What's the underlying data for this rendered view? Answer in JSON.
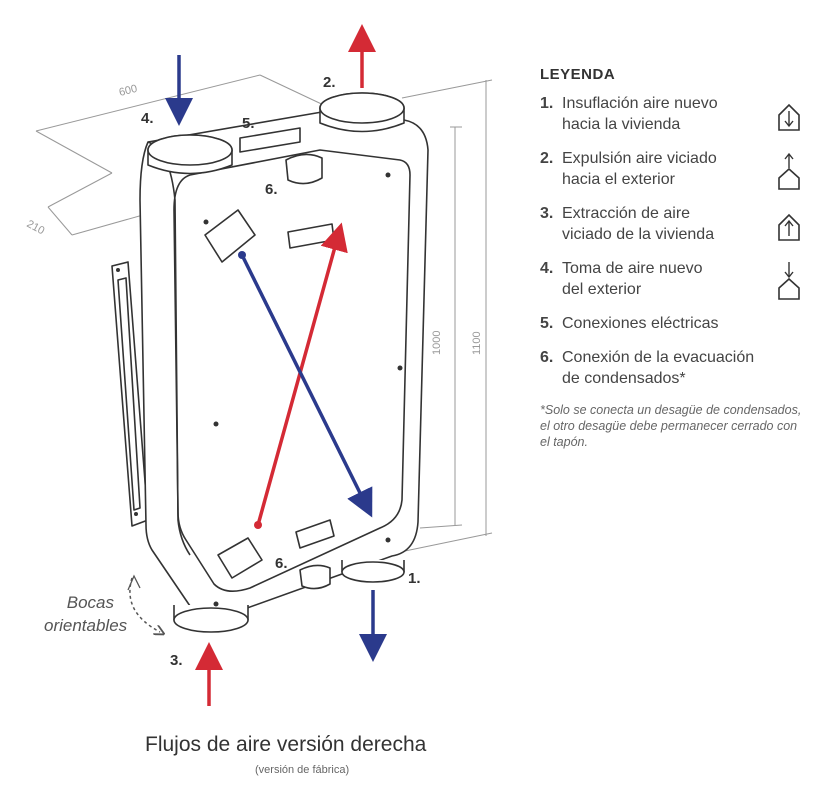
{
  "numbers": {
    "n1": "1.",
    "n2": "2.",
    "n3": "3.",
    "n4": "4.",
    "n5": "5.",
    "n6a": "6.",
    "n6b": "6."
  },
  "dimensions": {
    "width": "600",
    "depth": "210",
    "height_inner": "1000",
    "height_outer": "1100"
  },
  "bocas_label": {
    "line1": "Bocas",
    "line2": "orientables"
  },
  "caption": {
    "title": "Flujos de aire versión derecha",
    "subtitle": "(versión de fábrica)"
  },
  "legend": {
    "title": "LEYENDA",
    "items": [
      {
        "num": "1.",
        "line1": "Insuflación aire nuevo",
        "line2": "hacia la vivienda",
        "icon": "house-arrow-down-inside-icon"
      },
      {
        "num": "2.",
        "line1": "Expulsión aire viciado",
        "line2": "hacia el exterior",
        "icon": "house-arrow-up-outside-icon"
      },
      {
        "num": "3.",
        "line1": "Extracción de aire",
        "line2": "viciado de la vivienda",
        "icon": "house-arrow-up-inside-icon"
      },
      {
        "num": "4.",
        "line1": "Toma de aire nuevo",
        "line2": "del exterior",
        "icon": "house-arrow-down-outside-icon"
      },
      {
        "num": "5.",
        "line1": "Conexiones eléctricas",
        "line2": ""
      },
      {
        "num": "6.",
        "line1": "Conexión de la evacuación",
        "line2": "de condensados*"
      }
    ],
    "note": "*Solo se conecta un desagüe de condensados, el otro desagüe debe permanecer cerrado con el tapón."
  },
  "colors": {
    "supply_arrow": "#d42a35",
    "extract_arrow": "#2b3a8c",
    "line": "#333333",
    "dimension": "#999999"
  }
}
